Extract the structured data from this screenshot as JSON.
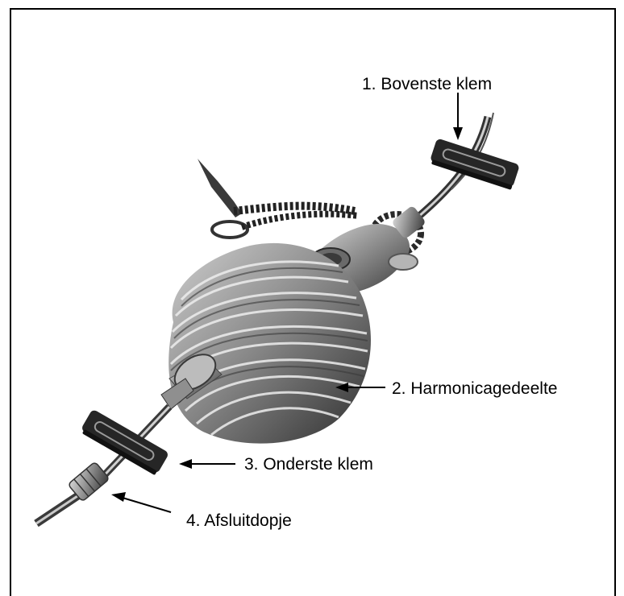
{
  "labels": {
    "upper_clamp": "1. Bovenste klem",
    "bellows": "2. Harmonicagedeelte",
    "lower_clamp": "3. Onderste klem",
    "end_cap": "4. Afsluitdopje"
  },
  "colors": {
    "border": "#000000",
    "ink": "#000000",
    "device_dark": "#2b2b2b",
    "device_mid": "#6e6e6e",
    "device_light": "#bdbdbd"
  }
}
